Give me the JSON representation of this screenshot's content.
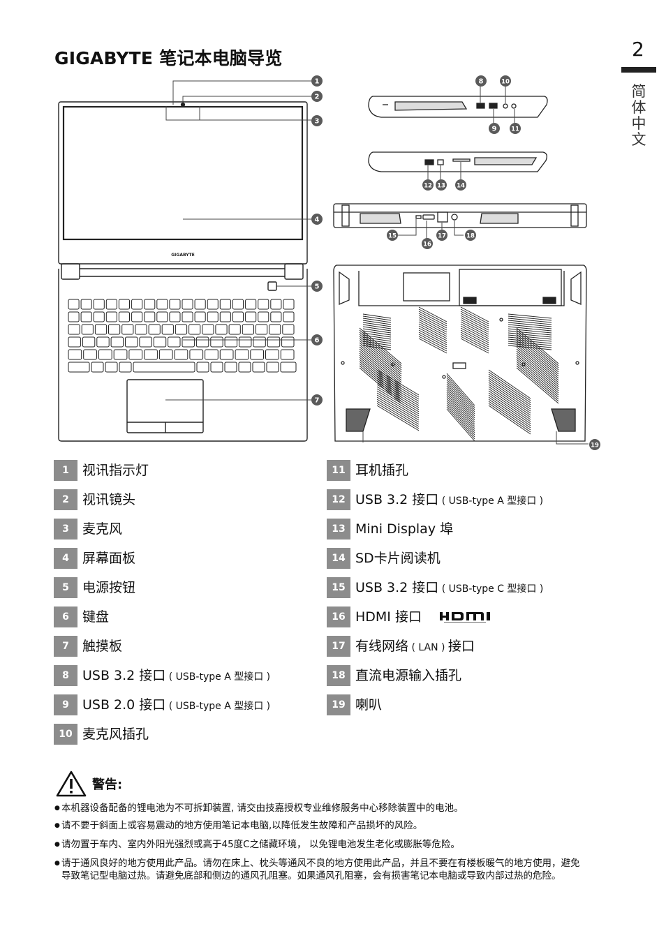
{
  "header": {
    "title": "GIGABYTE 笔记本电脑导览",
    "page_number": "2",
    "language_tab": "简体中文"
  },
  "figure": {
    "logo_text": "GIGABYTE"
  },
  "legend_left": [
    {
      "num": "1",
      "label": "视讯指示灯",
      "sub": ""
    },
    {
      "num": "2",
      "label": "视讯镜头",
      "sub": ""
    },
    {
      "num": "3",
      "label": "麦克风",
      "sub": ""
    },
    {
      "num": "4",
      "label": "屏幕面板",
      "sub": ""
    },
    {
      "num": "5",
      "label": "电源按钮",
      "sub": ""
    },
    {
      "num": "6",
      "label": "键盘",
      "sub": ""
    },
    {
      "num": "7",
      "label": "触摸板",
      "sub": ""
    },
    {
      "num": "8",
      "label": "USB 3.2 接口",
      "sub": " ( USB-type A 型接口 )"
    },
    {
      "num": "9",
      "label": "USB 2.0 接口",
      "sub": " ( USB-type A 型接口 )"
    },
    {
      "num": "10",
      "label": "麦克风插孔",
      "sub": ""
    }
  ],
  "legend_right": [
    {
      "num": "11",
      "label": "耳机插孔",
      "sub": ""
    },
    {
      "num": "12",
      "label": "USB 3.2 接口",
      "sub": " ( USB-type A 型接口 )"
    },
    {
      "num": "13",
      "label": "Mini Display 埠",
      "sub": ""
    },
    {
      "num": "14",
      "label": "SD卡片阅读机",
      "sub": ""
    },
    {
      "num": "15",
      "label": "USB 3.2 接口",
      "sub": " ( USB-type C 型接口 )"
    },
    {
      "num": "16",
      "label": "HDMI 接口",
      "sub": ""
    },
    {
      "num": "17",
      "label": "有线网络",
      "sub": " ( LAN ) ",
      "label2": "接口"
    },
    {
      "num": "18",
      "label": "直流电源输入插孔",
      "sub": ""
    },
    {
      "num": "19",
      "label": "喇叭",
      "sub": ""
    }
  ],
  "hdmi_logo": "HDMI",
  "warning": {
    "title": "警告:",
    "bullet": "●",
    "notes": [
      "本机器设备配备的锂电池为不可拆卸装置, 请交由技嘉授权专业维修服务中心移除装置中的电池。",
      "请不要于斜面上或容易震动的地方使用笔记本电脑,以降低发生故障和产品损坏的风险。",
      "请勿置于车内、室内外阳光强烈或高于45度C之储藏环境， 以免锂电池发生老化或膨胀等危险。",
      "请于通风良好的地方使用此产品。请勿在床上、枕头等通风不良的地方使用此产品，并且不要在有楼板暖气的地方使用，避免导致笔记型电脑过热。请避免底部和侧边的通风孔阻塞。如果通风孔阻塞，会有损害笔记本电脑或导致内部过热的危险。"
    ]
  },
  "colors": {
    "badge": "#8c8c8c",
    "callout": "#5a5a5a",
    "ink": "#111111"
  }
}
